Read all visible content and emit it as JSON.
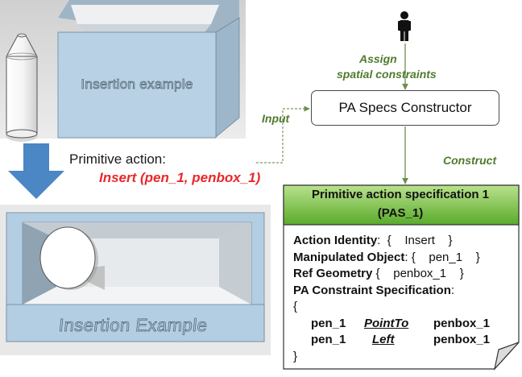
{
  "top_image": {
    "box_text": "Insertion example"
  },
  "bottom_image": {
    "box_text": "Insertion Example"
  },
  "primitive_action": {
    "label": "Primitive action:",
    "call": "Insert (pen_1, penbox_1)"
  },
  "user": {
    "icon": "person-icon"
  },
  "labels": {
    "assign_line1": "Assign",
    "assign_line2": "spatial constraints",
    "input": "Input",
    "construct": "Construct"
  },
  "constructor": {
    "title": "PA Specs Constructor"
  },
  "pas": {
    "title_line1": "Primitive action specification 1",
    "title_line2": "(PAS_1)",
    "action_identity_label": "Action Identity",
    "action_identity_value": ":  {    Insert    }",
    "manipulated_object_label": "Manipulated Object",
    "manipulated_object_value": ": {    pen_1    }",
    "ref_geometry_label": "Ref Geometry",
    "ref_geometry_value": " {    penbox_1    }",
    "pa_constraint_label": "PA Constraint Specification",
    "pa_constraint_colon": ":",
    "open_brace": "{",
    "close_brace": "}",
    "constraints": [
      {
        "subject": "pen_1",
        "relation": "PointTo",
        "object": "penbox_1"
      },
      {
        "subject": "pen_1",
        "relation": "Left",
        "object": "penbox_1"
      }
    ]
  },
  "colors": {
    "arrow_blue": "#4b86c5",
    "green_label": "#4f7b2d",
    "green_header": "#7ac943",
    "red_text": "#e8282b",
    "box_blue": "#b4cfe3"
  }
}
